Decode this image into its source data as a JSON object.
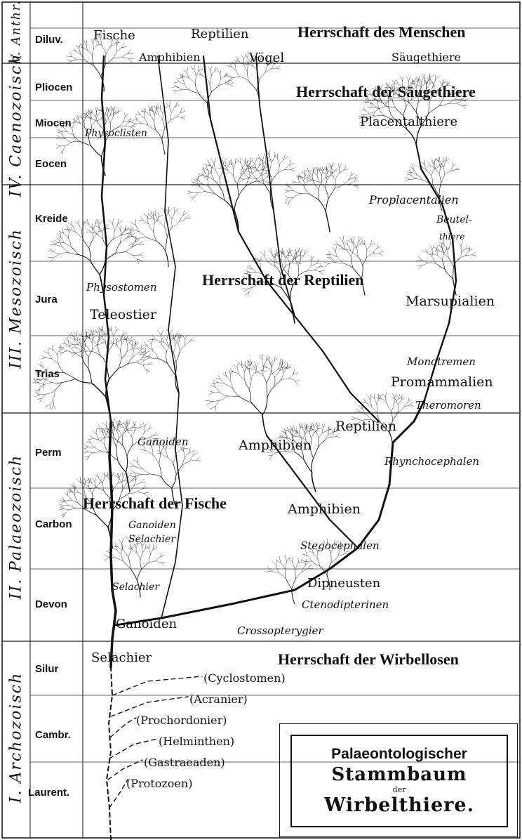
{
  "eras": [
    {
      "key": "v",
      "label": "V. Anthr."
    },
    {
      "key": "iv",
      "label": "IV. Caenozoisch"
    },
    {
      "key": "iii",
      "label": "III. Mesozoisch"
    },
    {
      "key": "ii",
      "label": "II. Palaeozoisch"
    },
    {
      "key": "i",
      "label": "I. Archozoisch"
    }
  ],
  "periods": [
    "Diluv.",
    "Pliocen",
    "Miocen",
    "Eocen",
    "Kreide",
    "Jura",
    "Trias",
    "Perm",
    "Carbon",
    "Devon",
    "Silur",
    "Cambr.",
    "Laurent."
  ],
  "labels": {
    "fische_top": "Fische",
    "reptilien_top": "Reptilien",
    "amphibien_top": "Amphibien",
    "voegel_top": "Vögel",
    "saeugethiere_top": "Säugethiere",
    "herrschaft_menschen": "Herrschaft des Menschen",
    "herrschaft_saeuge": "Herrschaft der Säugethiere",
    "herrschaft_reptilien": "Herrschaft der Reptilien",
    "herrschaft_fische": "Herrschaft der Fische",
    "herrschaft_wirbellosen": "Herrschaft der Wirbellosen",
    "physoclisten": "Physoclisten",
    "placentalthiere": "Placentalthiere",
    "proplacentalien": "Proplacentalien",
    "beutel": "Beutel-",
    "thiere": "thiere",
    "physostomen": "Physostomen",
    "teleostier": "Teleostier",
    "marsupialien": "Marsupialien",
    "monotremen": "Monotremen",
    "promammalien": "Promammalien",
    "theromoren": "Theromoren",
    "reptilien_mid": "Reptilien",
    "ganoiden_perm": "Ganoiden",
    "amphibien_perm": "Amphibien",
    "rhynchocephalen": "Rhynchocephalen",
    "ganoiden_carbon": "Ganoiden",
    "selachier_carbon": "Selachier",
    "amphibien_carbon": "Amphibien",
    "stegocephalen": "Stegocephalen",
    "selachier_devon": "Selachier",
    "dipneusten": "Dipneusten",
    "ctenodipterinen": "Ctenodipterinen",
    "ganoiden_devon": "Ganoiden",
    "crossopterygier": "Crossopterygier",
    "selachier_silur": "Selachier",
    "cyclostomen": "(Cyclostomen)",
    "acranier": "(Acranier)",
    "prochordonier": "(Prochordonier)",
    "helminthen": "(Helminthen)",
    "gastraeaden": "(Gastraeaden)",
    "protozoen": "(Protozoen)"
  },
  "title": {
    "line1": "Palaeontologischer",
    "line2": "Stammbaum",
    "line3": "der",
    "line4": "Wirbelthiere."
  }
}
